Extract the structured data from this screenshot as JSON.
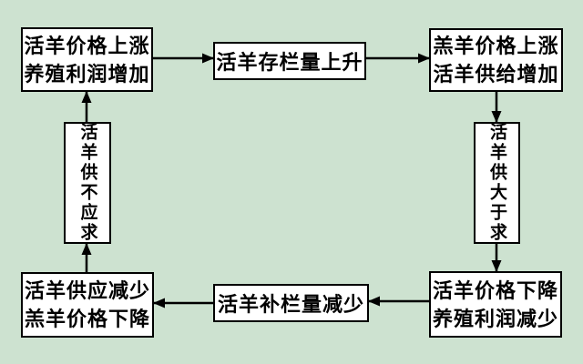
{
  "diagram": {
    "type": "flowchart-cycle",
    "subject": "live sheep market price cycle",
    "background_color": "#cde2d0",
    "box_fill": "#ffffff",
    "box_border_color": "#000000",
    "arrow_color": "#000000",
    "boxes": {
      "top_left": {
        "lines": [
          "活羊价格上涨",
          "养殖利润增加"
        ],
        "orientation": "horizontal"
      },
      "top_middle": {
        "lines": [
          "活羊存栏量上升"
        ],
        "orientation": "horizontal"
      },
      "top_right": {
        "lines": [
          "羔羊价格上涨",
          "活羊供给增加"
        ],
        "orientation": "horizontal"
      },
      "right_vertical": {
        "lines": [
          "活羊供大于求"
        ],
        "orientation": "vertical"
      },
      "bottom_right": {
        "lines": [
          "活羊价格下降",
          "养殖利润减少"
        ],
        "orientation": "horizontal"
      },
      "bottom_middle": {
        "lines": [
          "活羊补栏量减少"
        ],
        "orientation": "horizontal"
      },
      "bottom_left": {
        "lines": [
          "活羊供应减少",
          "羔羊价格下降"
        ],
        "orientation": "horizontal"
      },
      "left_vertical": {
        "lines": [
          "活羊供不应求"
        ],
        "orientation": "vertical"
      }
    },
    "connections": [
      {
        "from": "top_left",
        "to": "top_middle"
      },
      {
        "from": "top_middle",
        "to": "top_right"
      },
      {
        "from": "top_right",
        "to": "right_vertical"
      },
      {
        "from": "right_vertical",
        "to": "bottom_right"
      },
      {
        "from": "bottom_right",
        "to": "bottom_middle"
      },
      {
        "from": "bottom_middle",
        "to": "bottom_left"
      },
      {
        "from": "bottom_left",
        "to": "left_vertical"
      },
      {
        "from": "left_vertical",
        "to": "top_left"
      }
    ]
  }
}
